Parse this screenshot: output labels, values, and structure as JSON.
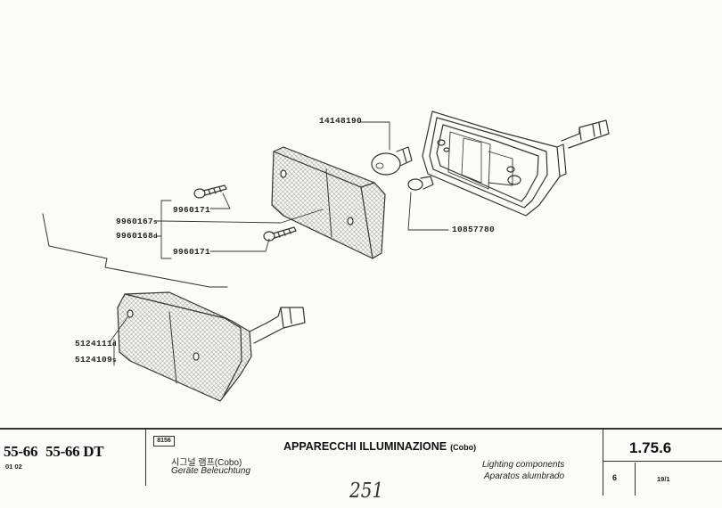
{
  "part_numbers": {
    "p14148190": "14148190",
    "p10857780": "10857780",
    "p9960171a": "9960171",
    "p9960167": "9960167",
    "p9960167_suffix": "s",
    "p9960168": "9960168",
    "p9960168_suffix": "d",
    "p9960171b": "9960171",
    "p5124111": "5124111",
    "p5124111_suffix": "d",
    "p5124109": "5124109",
    "p5124109_suffix": "s"
  },
  "title_block": {
    "model_1": "55-66",
    "model_2": "55-66 DT",
    "issue": "01 02",
    "code": "8156",
    "title_italian": "APPARECCHI ILLUMINAZIONE",
    "title_italian_note": "(Cobo)",
    "title_korean": "시그널 램프(Cobo)",
    "title_german": "Geräte Beleuchtung",
    "title_english": "Lighting components",
    "title_spanish": "Aparatos alumbrado",
    "section": "1.75.6",
    "sheet": "6",
    "revision": "19/1",
    "page_handwritten": "251"
  }
}
